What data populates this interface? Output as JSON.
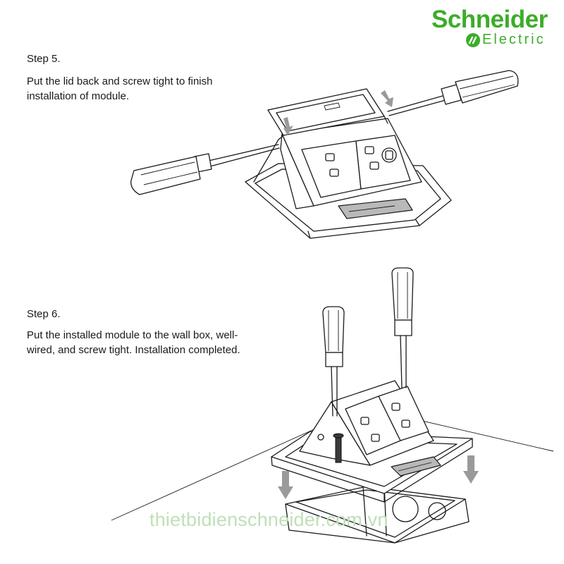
{
  "brand": {
    "name": "Schneider",
    "tagline": "Electric",
    "color": "#3dac2a"
  },
  "steps": [
    {
      "title": "Step 5.",
      "text": "Put the lid back and screw tight to finish installation of module."
    },
    {
      "title": "Step 6.",
      "text": "Put the installed module to the wall box, well-wired, and screw tight. Installation completed."
    }
  ],
  "watermark": "thietbidienschneider.com.vn"
}
